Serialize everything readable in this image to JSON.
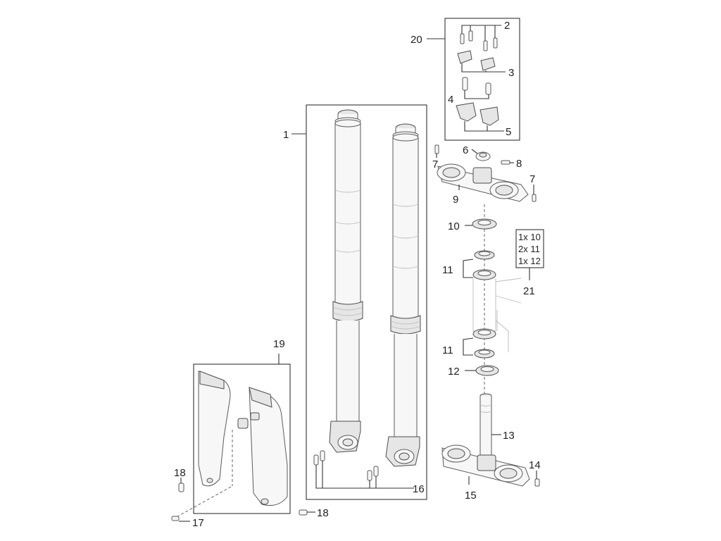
{
  "callouts": {
    "c1": "1",
    "c2": "2",
    "c3": "3",
    "c4": "4",
    "c5": "5",
    "c6": "6",
    "c7a": "7",
    "c7b": "7",
    "c8": "8",
    "c9": "9",
    "c10": "10",
    "c11a": "11",
    "c11b": "11",
    "c12": "12",
    "c13": "13",
    "c14": "14",
    "c15": "15",
    "c16": "16",
    "c17": "17",
    "c18a": "18",
    "c18b": "18",
    "c19": "19",
    "c20": "20",
    "c21": "21"
  },
  "kit21": {
    "line1": "1x 10",
    "line2": "2x 11",
    "line3": "1x 12"
  },
  "colors": {
    "line": "#333333",
    "part_fill": "#f7f7f7",
    "part_stroke": "#5a5a5a"
  }
}
